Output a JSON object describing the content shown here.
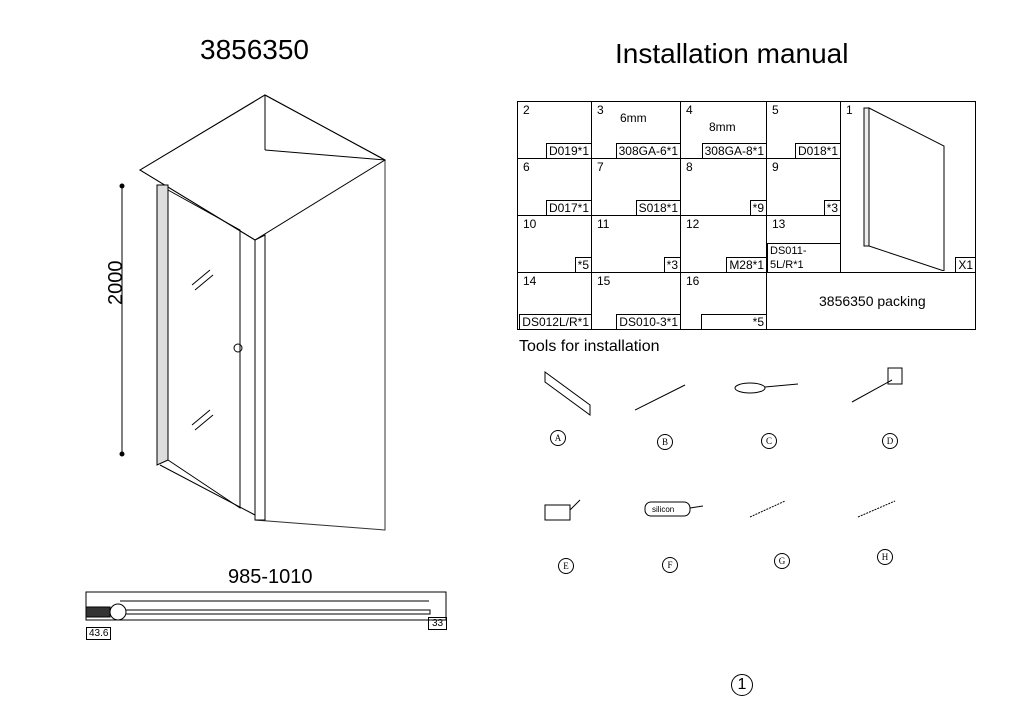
{
  "left": {
    "model_number": "3856350",
    "height_dim": "2000",
    "width_dim": "985-1010",
    "left_profile_dim": "43.6",
    "right_profile_dim": "33"
  },
  "right": {
    "title": "Installation manual",
    "parts": [
      {
        "num": "2",
        "code": "D019*1"
      },
      {
        "num": "3",
        "code": "308GA-6*1",
        "note": "6mm"
      },
      {
        "num": "4",
        "code": "308GA-8*1",
        "note": "8mm"
      },
      {
        "num": "5",
        "code": "D018*1"
      },
      {
        "num": "1",
        "code": "X1"
      },
      {
        "num": "6",
        "code": "D017*1"
      },
      {
        "num": "7",
        "code": "S018*1"
      },
      {
        "num": "8",
        "code": "*9"
      },
      {
        "num": "9",
        "code": "*3"
      },
      {
        "num": "10",
        "code": "*5"
      },
      {
        "num": "11",
        "code": "*3"
      },
      {
        "num": "12",
        "code": "M28*1"
      },
      {
        "num": "13",
        "code": "DS011-5L/R*1"
      },
      {
        "num": "14",
        "code": "DS012L/R*1"
      },
      {
        "num": "15",
        "code": "DS010-3*1"
      },
      {
        "num": "16",
        "code": "*5"
      }
    ],
    "packing_label": "3856350 packing",
    "tools_heading": "Tools for installation",
    "tools": [
      "A",
      "B",
      "C",
      "D",
      "E",
      "F",
      "G",
      "H"
    ],
    "silicon_text": "silicon",
    "page_number": "1"
  }
}
